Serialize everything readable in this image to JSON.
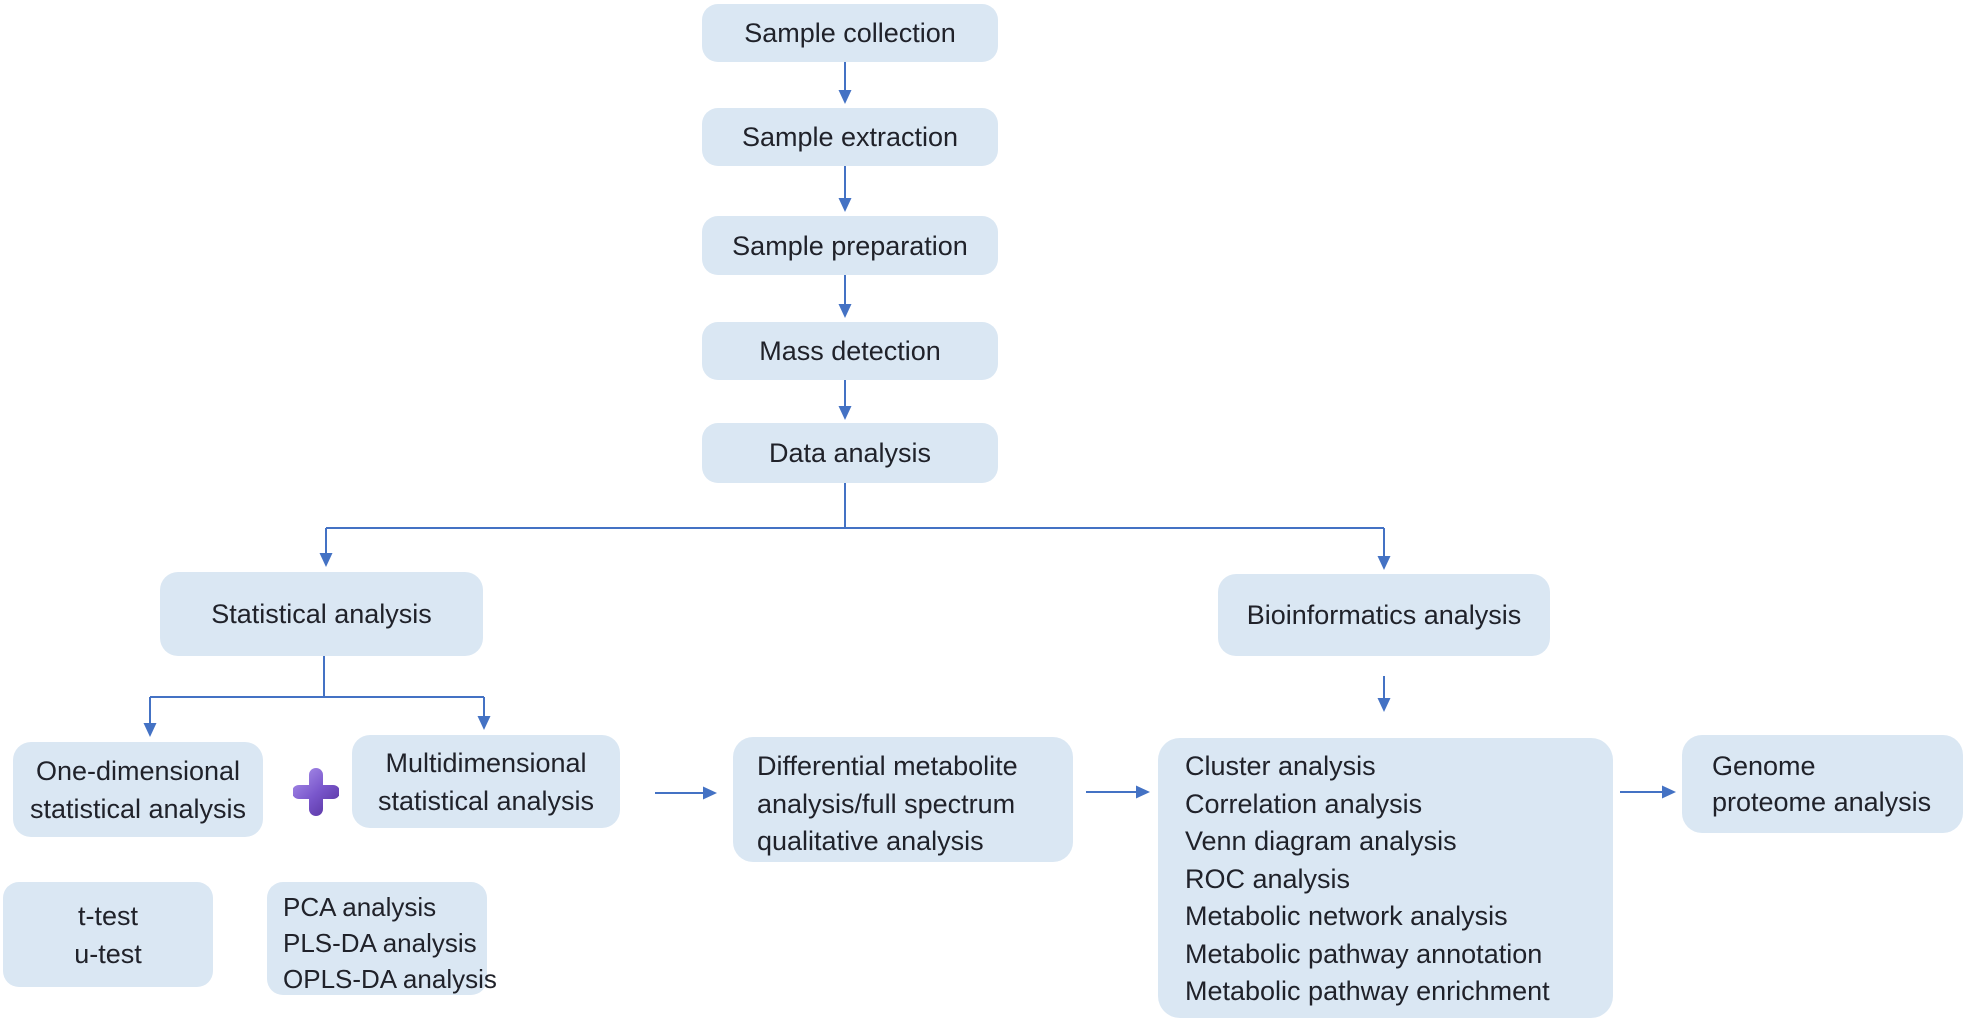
{
  "nodes": {
    "sample_collection": {
      "label": "Sample collection"
    },
    "sample_extraction": {
      "label": "Sample extraction"
    },
    "sample_preparation": {
      "label": "Sample preparation"
    },
    "mass_detection": {
      "label": "Mass detection"
    },
    "data_analysis": {
      "label": "Data analysis"
    },
    "statistical_analysis": {
      "label": "Statistical analysis"
    },
    "bioinformatics_analysis": {
      "label": "Bioinformatics analysis"
    },
    "one_dimensional": {
      "line1": "One-dimensional",
      "line2": "statistical analysis"
    },
    "multidimensional": {
      "line1": "Multidimensional",
      "line2": "statistical analysis"
    },
    "differential": {
      "line1": "Differential metabolite",
      "line2": "analysis/full spectrum",
      "line3": "qualitative analysis"
    },
    "t_u_test": {
      "line1": "t-test",
      "line2": "u-test"
    },
    "multidimensional_methods": {
      "items": [
        "PCA analysis",
        "PLS-DA analysis",
        "OPLS-DA analysis"
      ]
    },
    "bioinformatics_methods": {
      "items": [
        "Cluster analysis",
        "Correlation analysis",
        "Venn diagram analysis",
        "ROC analysis",
        "Metabolic network analysis",
        "Metabolic pathway annotation",
        "Metabolic pathway enrichment"
      ]
    },
    "genome_proteome": {
      "line1": "Genome",
      "line2": "proteome analysis"
    }
  },
  "icons": {
    "plus": "+"
  },
  "colors": {
    "box_fill": "#dae7f3",
    "connector": "#4472c4",
    "text": "#20222a",
    "plus_light": "#a68ce8",
    "plus_mid": "#7a57cc",
    "plus_dark": "#5733a0"
  }
}
